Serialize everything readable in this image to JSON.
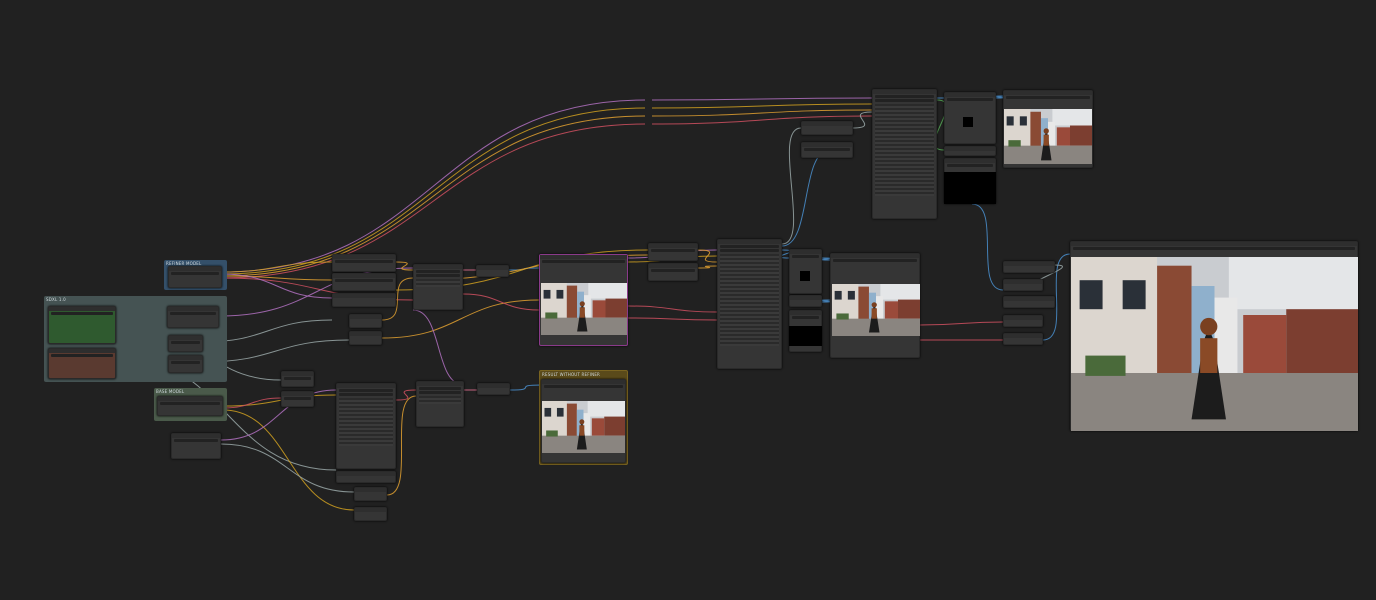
{
  "groups": {
    "refiner_model": "REFINER MODEL",
    "sdxl": "SDXL 1.0",
    "base_model": "BASE MODEL",
    "result_without_refiner": "RESULT WITHOUT REFINER"
  },
  "colors": {
    "background": "#212121",
    "node": "#353535",
    "wire_clip": "#d0a020",
    "wire_model": "#b070c0",
    "wire_latent": "#e07090",
    "wire_vae": "#d05060",
    "wire_image": "#4a90d0",
    "wire_cond": "#e0a030",
    "wire_misc": "#9aa8a8"
  }
}
